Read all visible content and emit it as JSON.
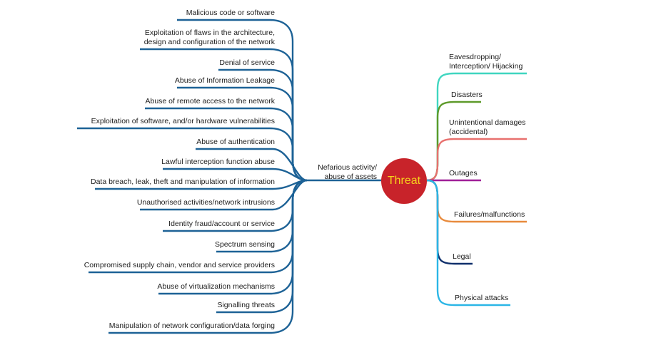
{
  "central_topic": {
    "label": "Threat",
    "fill_color": "#c8232a",
    "text_color": "#f6d21b"
  },
  "left_hub": {
    "label_line1": "Nefarious activity/",
    "label_line2": "abuse of assets",
    "color": "#1d6296"
  },
  "left_branches": [
    {
      "lines": [
        "Malicious code or software"
      ]
    },
    {
      "lines": [
        "Exploitation of flaws in the architecture,",
        "design and configuration of the network"
      ]
    },
    {
      "lines": [
        "Denial of service"
      ]
    },
    {
      "lines": [
        "Abuse of Information Leakage"
      ]
    },
    {
      "lines": [
        "Abuse of remote access to the network"
      ]
    },
    {
      "lines": [
        "Exploitation of software, and/or hardware vulnerabilities"
      ]
    },
    {
      "lines": [
        "Abuse of authentication"
      ]
    },
    {
      "lines": [
        "Lawful interception function abuse"
      ]
    },
    {
      "lines": [
        "Data breach, leak, theft and manipulation of information"
      ]
    },
    {
      "lines": [
        "Unauthorised activities/network intrusions"
      ]
    },
    {
      "lines": [
        "Identity fraud/account or service"
      ]
    },
    {
      "lines": [
        "Spectrum sensing"
      ]
    },
    {
      "lines": [
        "Compromised supply chain, vendor and service providers"
      ]
    },
    {
      "lines": [
        "Abuse of virtualization mechanisms"
      ]
    },
    {
      "lines": [
        "Signalling threats"
      ]
    },
    {
      "lines": [
        "Manipulation of network configuration/data forging"
      ]
    }
  ],
  "right_branches": [
    {
      "lines": [
        "Eavesdropping/",
        "Interception/ Hijacking"
      ],
      "color": "#3fd6c0"
    },
    {
      "lines": [
        "Disasters"
      ],
      "color": "#5e9a2a"
    },
    {
      "lines": [
        "Unintentional damages",
        "(accidental)"
      ],
      "color": "#e8706e"
    },
    {
      "lines": [
        "Outages"
      ],
      "color": "#a01f98"
    },
    {
      "lines": [
        "Failures/malfunctions"
      ],
      "color": "#e88a3c"
    },
    {
      "lines": [
        "Legal"
      ],
      "color": "#0f2f6b"
    },
    {
      "lines": [
        "Physical attacks"
      ],
      "color": "#2bb6e6"
    }
  ]
}
